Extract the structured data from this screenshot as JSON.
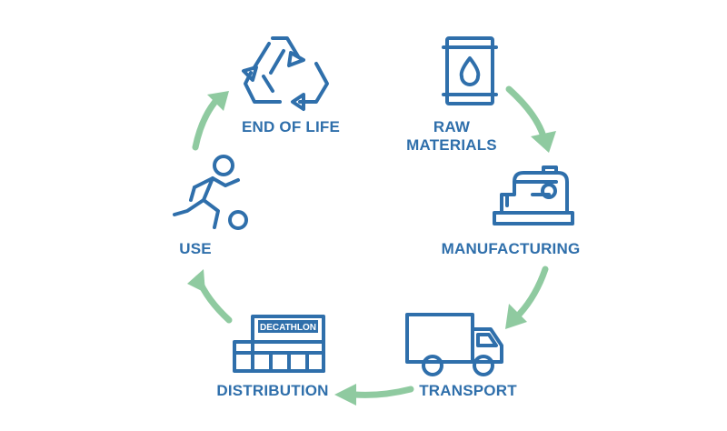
{
  "steps": {
    "end_of_life": {
      "label": "END OF LIFE",
      "icon": "recycle-icon"
    },
    "raw_materials": {
      "label_line1": "RAW",
      "label_line2": "MATERIALS",
      "icon": "oil-barrel-icon"
    },
    "manufacturing": {
      "label": "MANUFACTURING",
      "icon": "sewing-machine-icon"
    },
    "transport": {
      "label": "TRANSPORT",
      "icon": "truck-icon"
    },
    "distribution": {
      "label": "DISTRIBUTION",
      "icon": "store-icon",
      "store_sign": "DECATHLON"
    },
    "use": {
      "label": "USE",
      "icon": "athlete-icon"
    }
  },
  "colors": {
    "icon": "#2f6fab",
    "arrow": "#8fcaa0"
  }
}
